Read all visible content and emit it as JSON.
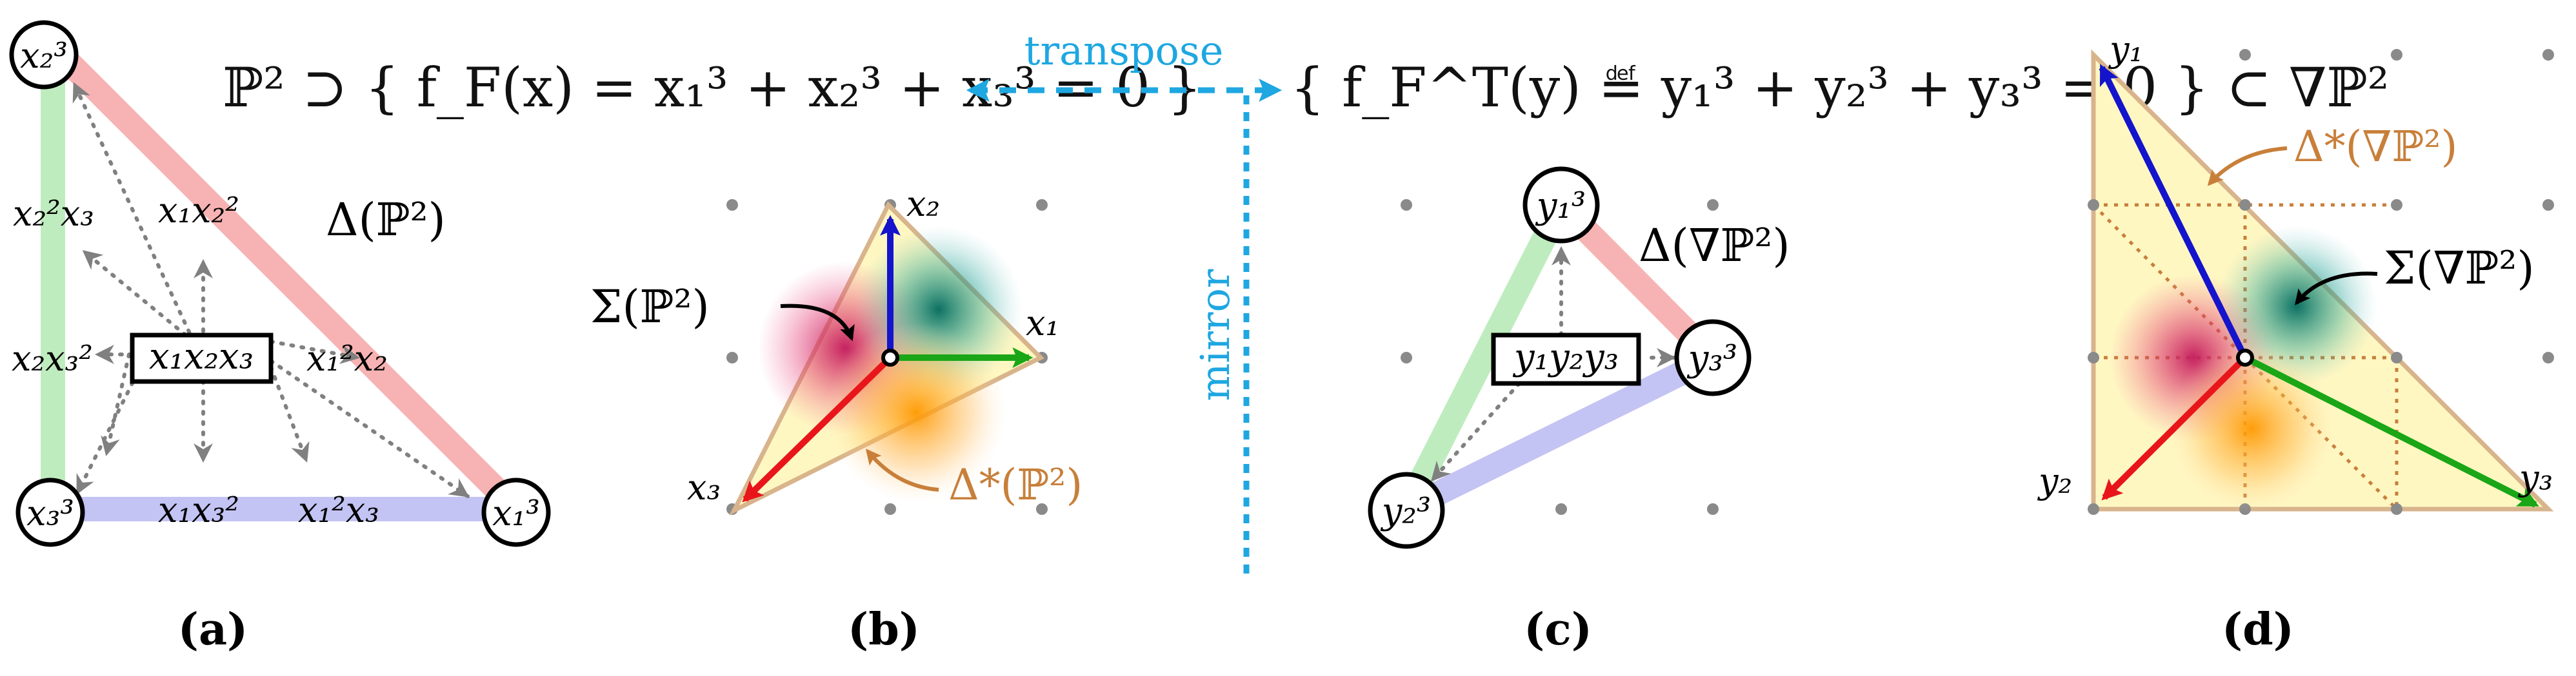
{
  "header": {
    "left_equation": "ℙ² ⊃ { f_F(x) = x₁³ + x₂³ + x₃³ = 0 }",
    "right_equation": "{ f_F^T(y) ≝ y₁³ + y₂³ + y₃³ = 0 } ⊂ ∇ℙ²",
    "transpose_label": "transpose",
    "mirror_label": "mirror"
  },
  "colors": {
    "red": "#e8161b",
    "green": "#1aa616",
    "blue": "#1414cc",
    "cyan": "#1ea7e1",
    "orange": "#c87f3a",
    "pale_red": "#f7b3b3",
    "pale_green": "#bfecbf",
    "pale_blue": "#c3c3f4",
    "pale_yellow": "#fff7c2",
    "tan": "#d8b48c",
    "grey": "#808080"
  },
  "panel_a": {
    "caption": "(a)",
    "poly_label": "Δ(ℙ²)",
    "vertex_top": "x₂³",
    "vertex_left": "x₃³",
    "vertex_right": "x₁³",
    "center": "x₁x₂x₃",
    "monomials": {
      "x2sq_x3": "x₂²x₃",
      "x1_x2sq": "x₁x₂²",
      "x2_x3sq": "x₂x₃²",
      "x1sq_x2": "x₁²x₂",
      "x1_x3sq": "x₁x₃²",
      "x1sq_x3": "x₁²x₃"
    }
  },
  "panel_b": {
    "caption": "(b)",
    "fan_label": "Σ(ℙ²)",
    "dual_label": "Δ*(ℙ²)",
    "ray_x1": "x₁",
    "ray_x2": "x₂",
    "ray_x3": "x₃"
  },
  "panel_c": {
    "caption": "(c)",
    "poly_label": "Δ(∇ℙ²)",
    "vertex_top": "y₁³",
    "vertex_right": "y₃³",
    "vertex_bottom": "y₂³",
    "center": "y₁y₂y₃"
  },
  "panel_d": {
    "caption": "(d)",
    "dual_label": "Δ*(∇ℙ²)",
    "fan_label": "Σ(∇ℙ²)",
    "ray_y1": "y₁",
    "ray_y2": "y₂",
    "ray_y3": "y₃"
  }
}
